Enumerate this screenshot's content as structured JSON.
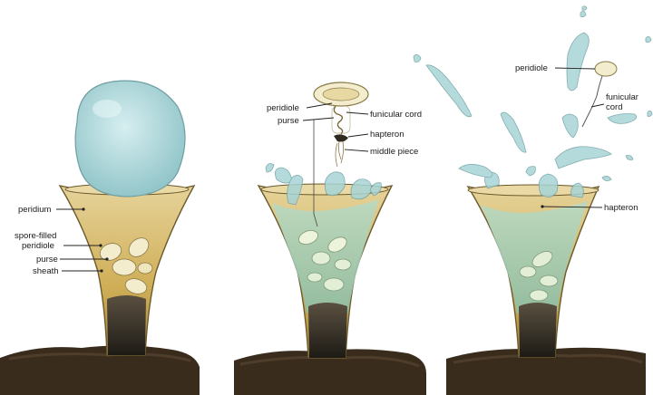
{
  "labels": {
    "peridium": "peridium",
    "spore_filled": "spore-filled",
    "peridiole_left": "peridiole",
    "purse_left": "purse",
    "sheath": "sheath",
    "peridiole_mid": "peridiole",
    "purse_mid": "purse",
    "funicular_cord_mid": "funicular cord",
    "hapteron_mid": "hapteron",
    "middle_piece": "middle piece",
    "peridiole_right": "peridiole",
    "funicular_right": "funicular",
    "cord_right": "cord",
    "hapteron_right": "hapteron"
  },
  "colors": {
    "soil": "#3a2c1c",
    "cup_outer": "#d9c48a",
    "cup_inner": "#c9a850",
    "water": "#a7d4d6",
    "peridiole": "#f3eccd",
    "dark_base": "#2e2a22"
  }
}
